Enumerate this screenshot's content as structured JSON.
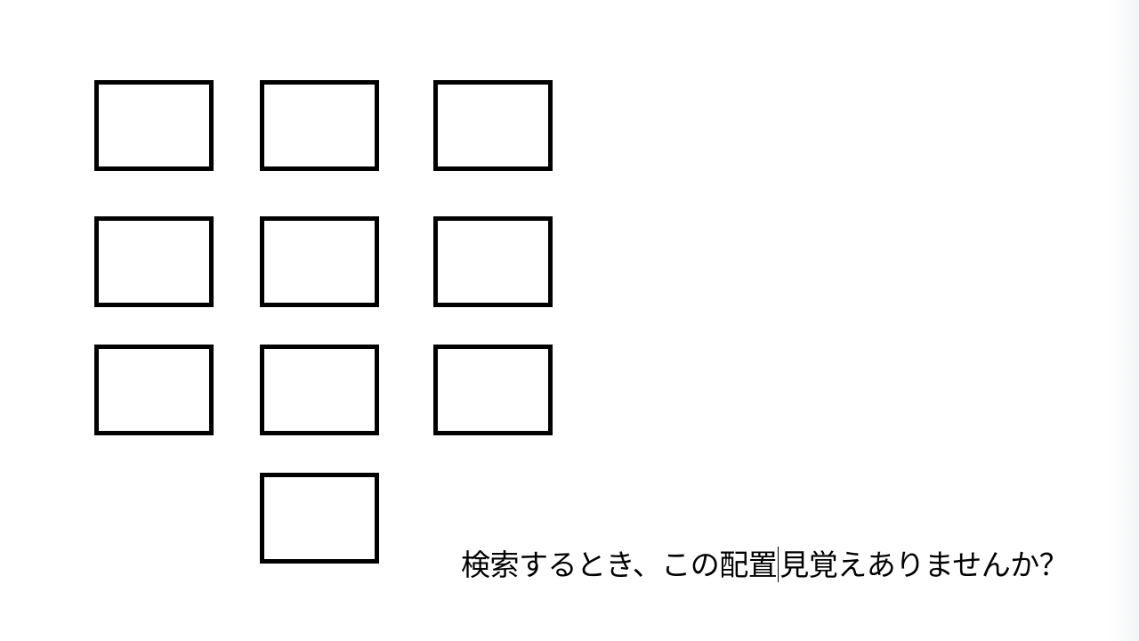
{
  "slide": {
    "key_count": 10,
    "caption_before_cursor": "検索するとき、この配置",
    "caption_after_cursor": "見覚えありませんか？"
  },
  "colors": {
    "background": "#ffffff",
    "stroke": "#000000"
  }
}
